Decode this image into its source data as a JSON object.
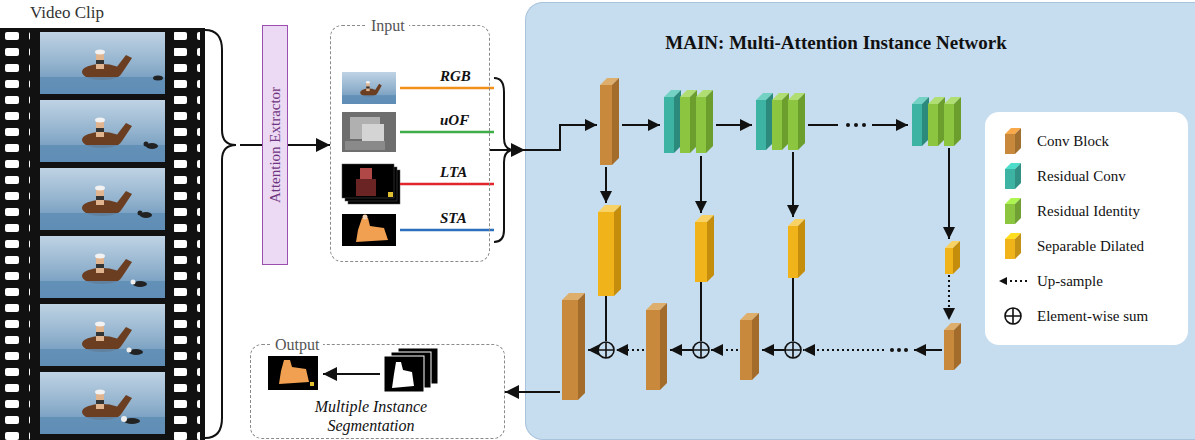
{
  "diagram": {
    "nodes": [
      {
        "text": [
          "Video Clip"
        ]
      },
      {
        "text": [
          "Attention Extractor"
        ]
      },
      {
        "text": [
          "Input"
        ]
      },
      {
        "text": [
          "MAIN: Multi-Attention Instance Network"
        ]
      },
      {
        "text": [
          "Output",
          "Multiple Instance Segmentation"
        ]
      }
    ],
    "edges": [
      {
        "from": 0,
        "to": 1,
        "arrow": "none"
      },
      {
        "from": 1,
        "to": 2,
        "arrow": "to"
      },
      {
        "from": 2,
        "to": 3,
        "arrow": "to"
      },
      {
        "from": 3,
        "to": 4,
        "arrow": "to"
      }
    ],
    "labels": [
      "RGB",
      "uOF",
      "LTA",
      "STA"
    ],
    "legend": [
      {
        "text": "Conv Block",
        "color": "#c8893c"
      },
      {
        "text": "Residual Conv",
        "color": "#3db3a3"
      },
      {
        "text": "Residual Identity",
        "color": "#8cc641"
      },
      {
        "text": "Separable Dilated",
        "color": "#f0b31a"
      },
      {
        "text": "Up-sample"
      },
      {
        "text": "Element-wise sum"
      }
    ]
  }
}
